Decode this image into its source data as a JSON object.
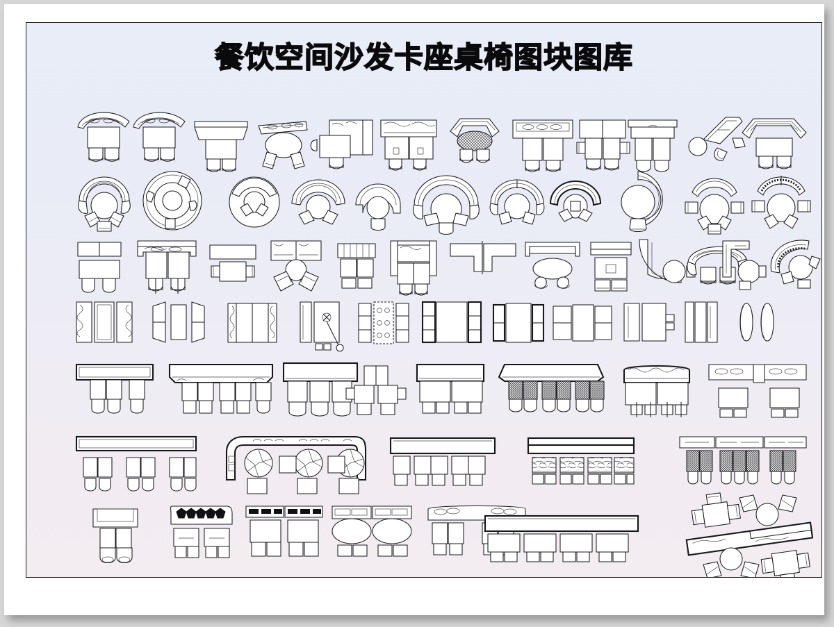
{
  "poster": {
    "title": "餐饮空间沙发卡座桌椅图块图库",
    "title_color": "#0a0a0c",
    "border_color": "#16161a",
    "background_gradient_top": "#e8edf7",
    "background_gradient_bottom": "#f3ecf1",
    "sheet_color": "#ffffff",
    "canvas_color": "#d6d6d6",
    "line_color": "#1a1a1f"
  },
  "library": {
    "description": "CAD top-view furniture block library for dining/restaurant spaces: sofas, booth seats, tables and chairs",
    "row_count": 7,
    "rows": [
      {
        "row_index": 1,
        "label": "booth-and-table-blocks-row-1",
        "item_count": 12,
        "items": [
          {
            "name": "curved-back-booth-with-table-and-two-chairs",
            "variant": "a"
          },
          {
            "name": "curved-back-booth-with-table-and-two-chairs",
            "variant": "b"
          },
          {
            "name": "straight-bench-with-rect-table-and-two-chairs",
            "variant": "a"
          },
          {
            "name": "angled-bench-with-round-table-and-two-chairs",
            "variant": "a"
          },
          {
            "name": "corner-l-sofa-with-square-table-and-chair",
            "variant": "a"
          },
          {
            "name": "double-booth-with-two-tables-and-chairs",
            "variant": "a"
          },
          {
            "name": "hexagon-corner-sofa-with-hatched-round-table",
            "variant": "a"
          },
          {
            "name": "long-bench-with-two-tables-and-two-chairs",
            "variant": "a"
          },
          {
            "name": "double-back-sofa-with-four-side-chairs",
            "variant": "a"
          },
          {
            "name": "bench-with-two-tables-rounded-chairs",
            "variant": "a"
          },
          {
            "name": "angled-corner-sofa-with-round-table",
            "variant": "a"
          },
          {
            "name": "wide-hexagon-booth-with-table-and-two-chairs",
            "variant": "a"
          }
        ]
      },
      {
        "row_index": 2,
        "label": "round-banquette-blocks-row-2",
        "item_count": 11,
        "items": [
          {
            "name": "semicircular-booth-with-round-table-three-chairs",
            "variant": "a"
          },
          {
            "name": "circular-booth-pod-with-round-table-four-chairs",
            "variant": "a"
          },
          {
            "name": "circular-booth-ring-with-round-table-two-chairs",
            "variant": "a"
          },
          {
            "name": "half-round-banquette-with-table-two-square-chairs",
            "variant": "a"
          },
          {
            "name": "horseshoe-banquette-with-round-table-one-chair",
            "variant": "a"
          },
          {
            "name": "wide-arc-banquette-with-round-table-three-chairs",
            "variant": "a"
          },
          {
            "name": "arc-banquette-with-round-table-three-chairs",
            "variant": "b"
          },
          {
            "name": "half-round-booth-with-square-inset-table",
            "variant": "a"
          },
          {
            "name": "full-ring-booth-with-round-table-one-chair",
            "variant": "a"
          },
          {
            "name": "round-table-with-four-chairs-and-arc-bench",
            "variant": "a"
          },
          {
            "name": "round-table-with-four-chairs-and-hatched-arc-bench",
            "variant": "b"
          }
        ]
      },
      {
        "row_index": 3,
        "label": "bench-and-sofa-blocks-row-3",
        "item_count": 11,
        "items": [
          {
            "name": "double-bench-with-rect-table-and-two-chairs",
            "variant": "a"
          },
          {
            "name": "wall-bench-with-two-tables-and-two-chairs",
            "variant": "a"
          },
          {
            "name": "bench-with-square-table-and-two-side-chairs",
            "variant": "a"
          },
          {
            "name": "two-seat-sofa-with-round-table-two-armchairs",
            "variant": "a"
          },
          {
            "name": "striped-bench-with-table-and-two-chairs",
            "variant": "a"
          },
          {
            "name": "double-booth-with-detailed-table-tops",
            "variant": "a"
          },
          {
            "name": "facing-l-sofas-with-center-divider",
            "variant": "a"
          },
          {
            "name": "bench-with-oval-table-and-two-round-stools",
            "variant": "a"
          },
          {
            "name": "bench-with-table-and-two-chairs",
            "variant": "b"
          },
          {
            "name": "quarter-curve-sofa-with-round-table",
            "variant": "a"
          },
          {
            "name": "curved-booth-with-round-table-and-chairs",
            "variant": "a"
          },
          {
            "name": "c-shape-sofa-with-round-table",
            "variant": "a"
          },
          {
            "name": "curved-back-sofa-with-round-table-chairs",
            "variant": "b"
          }
        ]
      },
      {
        "row_index": 4,
        "label": "paired-booth-plan-blocks-row-4",
        "item_count": 11,
        "items": [
          {
            "name": "facing-booth-pair-with-rect-table-tufted-backs",
            "variant": "a"
          },
          {
            "name": "facing-booth-pair-with-tapered-seats",
            "variant": "a"
          },
          {
            "name": "facing-booth-pair-with-wide-table",
            "variant": "a"
          },
          {
            "name": "booth-pair-with-table-and-floor-lamp",
            "variant": "a"
          },
          {
            "name": "booth-pair-with-six-place-settings-table",
            "variant": "a"
          },
          {
            "name": "booth-pair-with-split-table",
            "variant": "a"
          },
          {
            "name": "narrow-booth-pair-with-center-table",
            "variant": "a"
          },
          {
            "name": "booth-pair-with-divided-seat-cushions",
            "variant": "a"
          },
          {
            "name": "booth-pair-with-side-console-table",
            "variant": "a"
          },
          {
            "name": "booth-pair-with-plant-and-narrow-table",
            "variant": "a"
          },
          {
            "name": "oval-booth-pair-with-rounded-seats",
            "variant": "a"
          }
        ]
      },
      {
        "row_index": 5,
        "label": "long-banquette-runs-row-5",
        "item_count": 7,
        "items": [
          {
            "name": "wall-banquette-three-tables-three-chairs",
            "variant": "a"
          },
          {
            "name": "long-banquette-five-tables-five-chairs",
            "variant": "a"
          },
          {
            "name": "wall-banquette-three-wide-tables-three-chairs",
            "variant": "a"
          },
          {
            "name": "island-banquette-with-four-tables-and-chairs",
            "variant": "a"
          },
          {
            "name": "long-banquette-with-two-tables-four-chairs",
            "variant": "a"
          },
          {
            "name": "angled-banquette-with-six-hatched-tables",
            "variant": "a"
          },
          {
            "name": "tufted-banquette-with-two-tables-four-chairs",
            "variant": "a"
          },
          {
            "name": "double-sided-counter-with-four-tables",
            "variant": "a"
          }
        ]
      },
      {
        "row_index": 6,
        "label": "long-runs-and-curved-bar-row-6",
        "item_count": 5,
        "items": [
          {
            "name": "long-wall-banquette-six-tables-six-chairs",
            "variant": "a"
          },
          {
            "name": "curved-l-banquette-with-round-hatched-tables",
            "variant": "a"
          },
          {
            "name": "long-banquette-with-seven-tables",
            "variant": "a"
          },
          {
            "name": "double-line-banquette-with-marble-tables",
            "variant": "a"
          },
          {
            "name": "sectional-banquette-with-hatched-seat-cushions",
            "variant": "a"
          }
        ]
      },
      {
        "row_index": 7,
        "label": "booth-sets-and-floor-layout-row-7",
        "item_count": 7,
        "items": [
          {
            "name": "single-booth-with-table-and-two-chairs",
            "variant": "a"
          },
          {
            "name": "banquette-with-dark-cushions-and-two-tables",
            "variant": "a"
          },
          {
            "name": "double-wall-bench-with-two-tables-four-chairs",
            "variant": "a"
          },
          {
            "name": "banquette-with-two-oval-tables-and-chairs",
            "variant": "a"
          },
          {
            "name": "long-banquette-with-three-tables-and-chairs",
            "variant": "a"
          },
          {
            "name": "long-banquette-with-four-tables-eight-chairs",
            "variant": "a"
          },
          {
            "name": "angled-restaurant-layout-with-square-and-round-tables",
            "variant": "a"
          }
        ]
      }
    ]
  }
}
